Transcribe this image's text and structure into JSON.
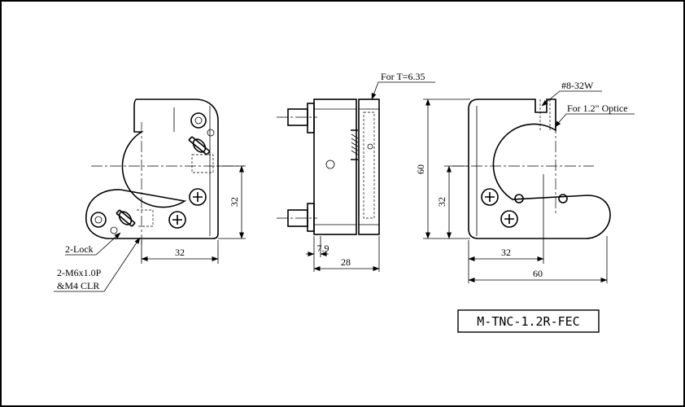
{
  "title_block": {
    "part_number": "M-TNC-1.2R-FEC"
  },
  "front_view": {
    "dim_horizontal": "32",
    "dim_vertical": "32",
    "lock_label": "2-Lock",
    "mount_label_line1": "2-M6x1.0P",
    "mount_label_line2": "&M4 CLR"
  },
  "side_view": {
    "thickness_label": "For T=6.35",
    "dim_small": "7.9",
    "dim_depth": "28"
  },
  "rear_view": {
    "thread_label": "#8-32W",
    "optic_label": "For 1.2\" Optice",
    "dim_height": "60",
    "dim_center_height": "32",
    "dim_center_width": "32",
    "dim_width": "60"
  }
}
